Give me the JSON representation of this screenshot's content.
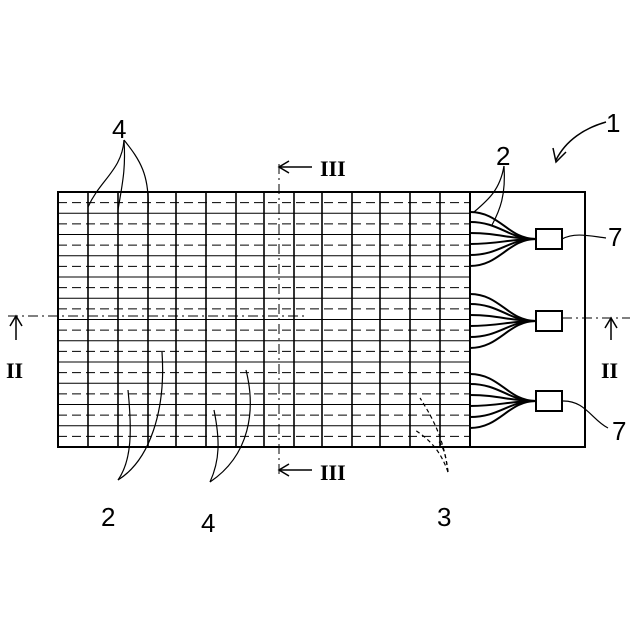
{
  "labels": {
    "device": "1",
    "fiber_top": "2",
    "fiber_bottom": "2",
    "sheet_top": "4",
    "sheet_bottom": "4",
    "cladding": "3",
    "connector_top": "7",
    "connector_bottom": "7",
    "section_II_left": "II",
    "section_II_right": "II",
    "section_III_top": "III",
    "section_III_bottom": "III"
  }
}
